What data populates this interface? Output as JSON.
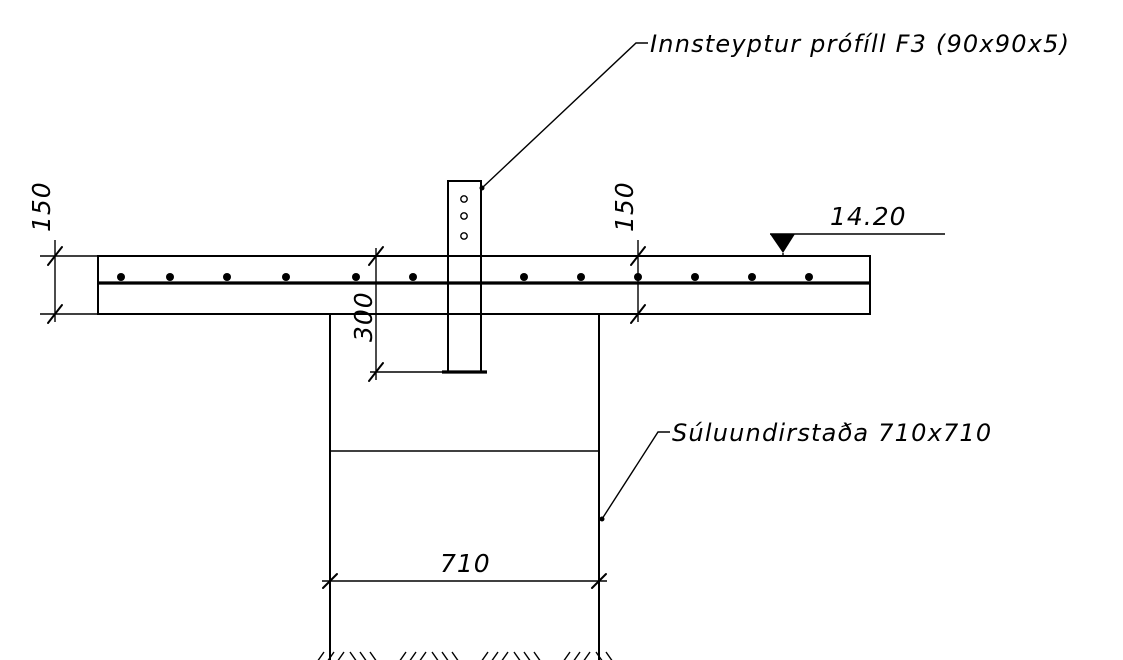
{
  "labels": {
    "profile": "Innsteyptur prófíll F3 (90x90x5)",
    "footing": "Súluundirstaða 710x710",
    "elevation": "14.20"
  },
  "dimensions": {
    "slab_left": "150",
    "slab_mid": "150",
    "embed": "300",
    "width": "710"
  }
}
